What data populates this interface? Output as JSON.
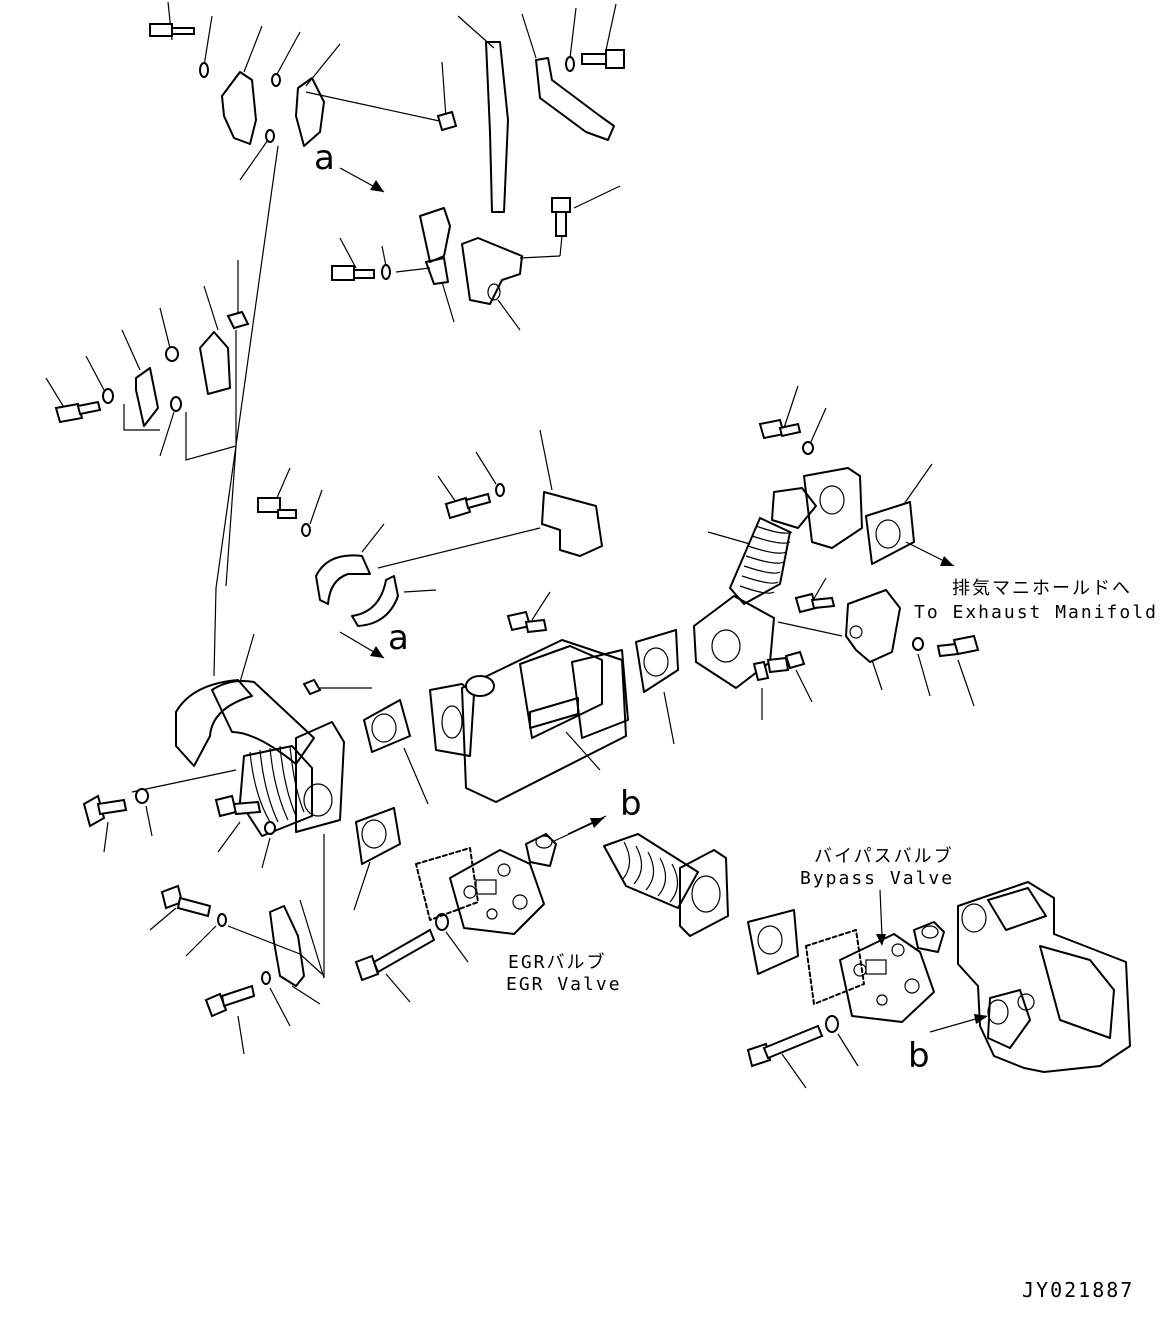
{
  "refs": {
    "a": "a",
    "b": "b"
  },
  "labels": {
    "manifold_ja": "排気マニホールドへ",
    "manifold_en": "To Exhaust Manifold",
    "bypass_ja": "バイパスバルブ",
    "bypass_en": "Bypass Valve",
    "egr_ja": "EGRバルブ",
    "egr_en": "EGR Valve"
  },
  "drawing_number": "JY021887"
}
